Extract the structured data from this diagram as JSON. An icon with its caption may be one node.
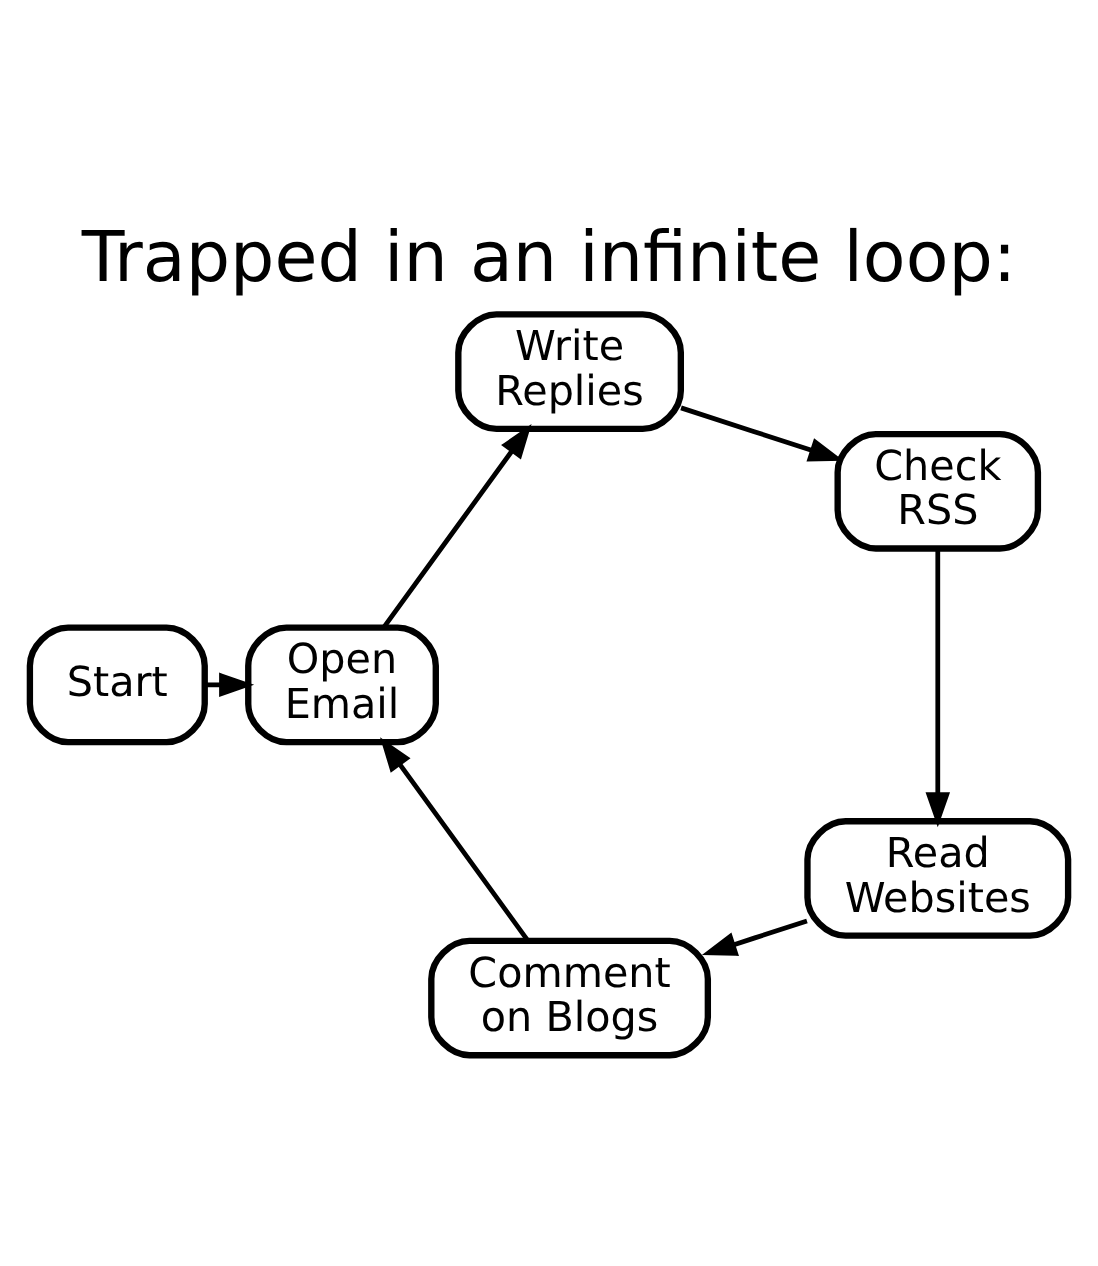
{
  "diagram": {
    "title": "Trapped in an infinite loop:",
    "nodes": [
      {
        "text": [
          "Start"
        ]
      },
      {
        "text": [
          "Open Email"
        ]
      },
      {
        "text": [
          "Write Replies"
        ]
      },
      {
        "text": [
          "Check RSS"
        ]
      },
      {
        "text": [
          "Read Websites"
        ]
      },
      {
        "text": [
          "Comment on Blogs"
        ]
      }
    ],
    "edges": [
      {
        "from": 0,
        "to": 1,
        "arrow": "to"
      },
      {
        "from": 1,
        "to": 2,
        "arrow": "to"
      },
      {
        "from": 2,
        "to": 3,
        "arrow": "to"
      },
      {
        "from": 3,
        "to": 4,
        "arrow": "to"
      },
      {
        "from": 4,
        "to": 5,
        "arrow": "to"
      },
      {
        "from": 5,
        "to": 1,
        "arrow": "to"
      }
    ]
  }
}
